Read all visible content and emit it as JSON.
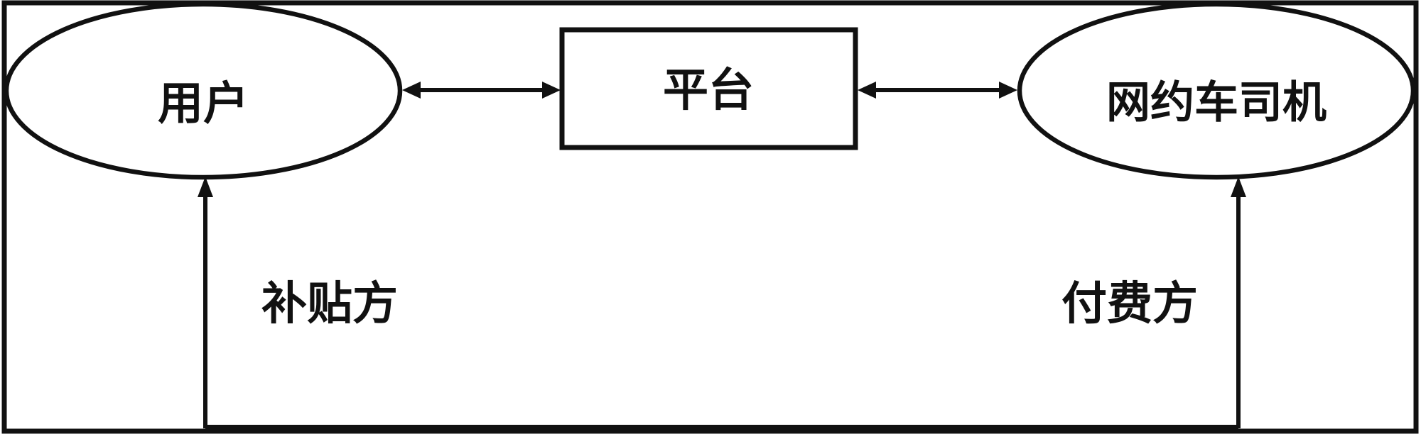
{
  "diagram": {
    "background_color": "#ffffff",
    "line_color": "#111111",
    "nodes": {
      "user": {
        "label": "用户",
        "shape": "ellipse"
      },
      "platform": {
        "label": "平台",
        "shape": "rectangle"
      },
      "driver": {
        "label": "网约车司机",
        "shape": "ellipse"
      }
    },
    "annotations": {
      "subsidy_side": {
        "label": "补贴方"
      },
      "paying_side": {
        "label": "付费方"
      }
    },
    "edges": [
      {
        "from": "用户",
        "to": "平台",
        "style": "double-headed-arrow"
      },
      {
        "from": "平台",
        "to": "网约车司机",
        "style": "double-headed-arrow"
      },
      {
        "from": "bottom-connector",
        "to": "用户",
        "style": "arrow-up"
      },
      {
        "from": "bottom-connector",
        "to": "网约车司机",
        "style": "arrow-up"
      }
    ]
  }
}
